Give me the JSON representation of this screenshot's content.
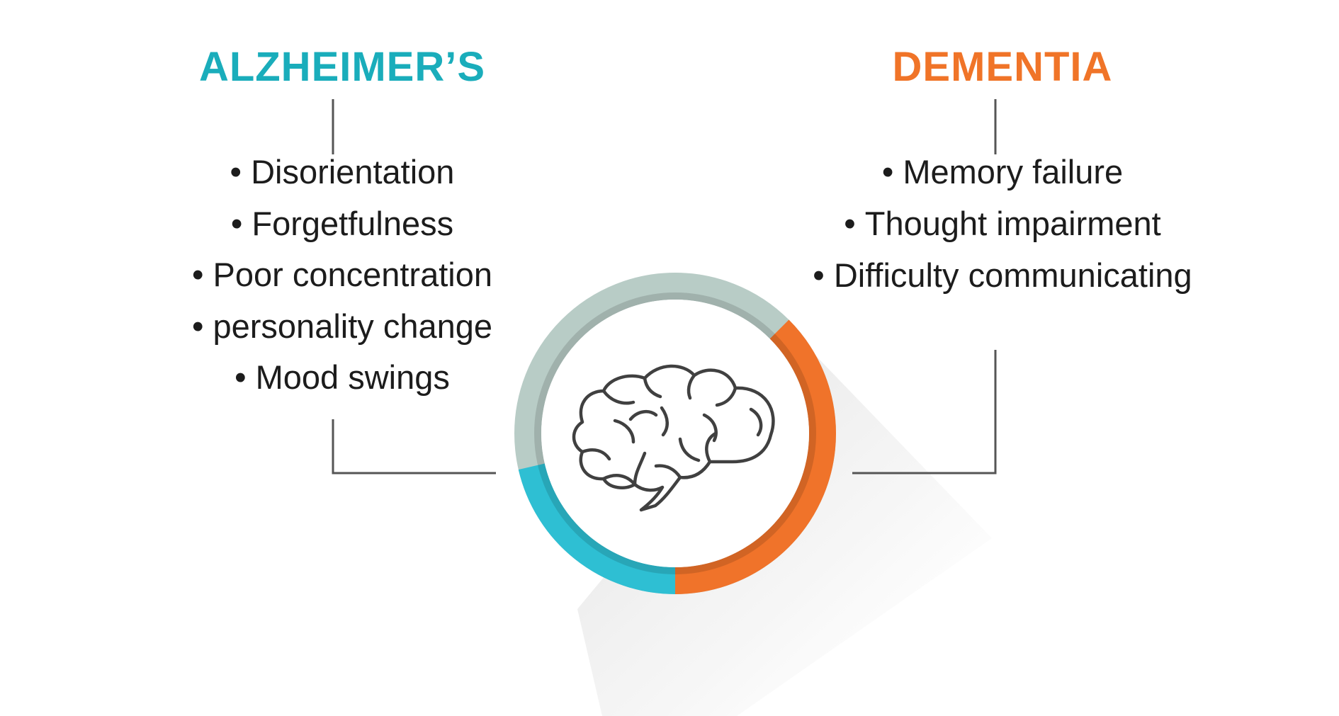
{
  "left_panel": {
    "title": "ALZHEIMER’S",
    "color": "#1aadbb",
    "items": [
      "Disorientation",
      "Forgetfulness",
      "Poor concentration",
      "personality change",
      "Mood swings"
    ]
  },
  "right_panel": {
    "title": "DEMENTIA",
    "color": "#f07428",
    "items": [
      "Memory failure",
      "Thought impairment",
      "Difficulty communicating"
    ]
  },
  "center": {
    "icon": "brain-icon",
    "ring_colors": {
      "neutral": "#b8ccc6",
      "alzheimers": "#2ebfd3",
      "dementia": "#f0732a"
    }
  }
}
